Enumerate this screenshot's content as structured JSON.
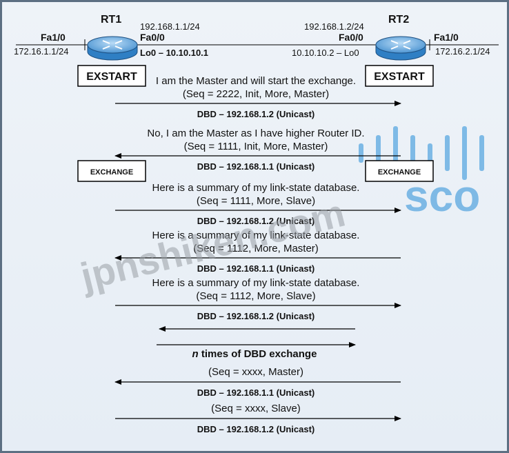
{
  "routers": {
    "rt1": {
      "name": "RT1",
      "fa00_ip": "192.168.1.1/24",
      "fa00_label": "Fa0/0",
      "fa10_label": "Fa1/0",
      "fa10_ip": "172.16.1.1/24",
      "lo0": "Lo0 – 10.10.10.1"
    },
    "rt2": {
      "name": "RT2",
      "fa00_ip": "192.168.1.2/24",
      "fa00_label": "Fa0/0",
      "fa10_label": "Fa1/0",
      "fa10_ip": "172.16.2.1/24",
      "lo0": "10.10.10.2 – Lo0"
    }
  },
  "states": {
    "rt1_exstart": "EXSTART",
    "rt2_exstart": "EXSTART",
    "rt1_exchange": "EXCHANGE",
    "rt2_exchange": "EXCHANGE"
  },
  "messages": [
    {
      "line1": "I am the Master and will start the exchange.",
      "line2": "(Seq = 2222, Init, More, Master)",
      "label": "DBD – 192.168.1.2 (Unicast)",
      "direction": "right"
    },
    {
      "line1": "No, I am the Master as I have higher Router ID.",
      "line2": "(Seq = 1111, Init, More, Master)",
      "label": "DBD – 192.168.1.1 (Unicast)",
      "direction": "left"
    },
    {
      "line1": "Here is a summary of my link-state database.",
      "line2": "(Seq = 1111, More, Slave)",
      "label": "DBD – 192.168.1.2 (Unicast)",
      "direction": "right"
    },
    {
      "line1": "Here is a summary of my link-state database.",
      "line2": "(Seq = 1112, More, Master)",
      "label": "DBD – 192.168.1.1 (Unicast)",
      "direction": "left"
    },
    {
      "line1": "Here is a summary of my link-state database.",
      "line2": "(Seq = 1112, More, Slave)",
      "label": "DBD – 192.168.1.2 (Unicast)",
      "direction": "right"
    }
  ],
  "n_times": {
    "italic": "n",
    "rest": " times of DBD exchange"
  },
  "final_messages": [
    {
      "line1": "(Seq = xxxx, Master)",
      "label": "DBD – 192.168.1.1 (Unicast)",
      "direction": "left"
    },
    {
      "line1": "(Seq = xxxx, Slave)",
      "label": "DBD – 192.168.1.2 (Unicast)",
      "direction": "right"
    }
  ],
  "watermarks": {
    "site": "jpnshiken.com",
    "brand": "sco"
  },
  "colors": {
    "router_body": "#2f7fc4",
    "router_top": "#7fb6e6",
    "cisco_blue": "#5aa7e0",
    "frame": "#5c6f82"
  }
}
